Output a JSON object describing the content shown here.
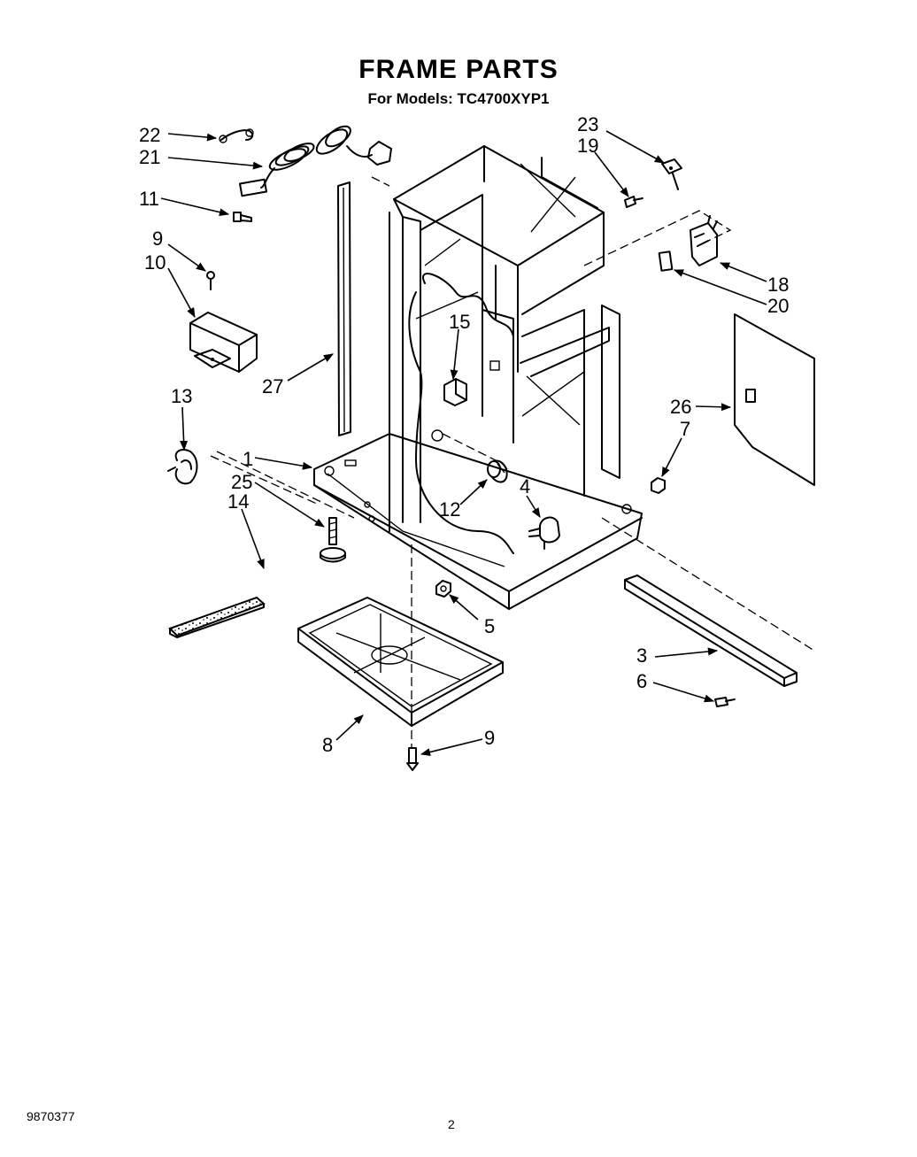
{
  "title": "FRAME PARTS",
  "subtitle": "For Models:  TC4700XYP1",
  "callouts": [
    "22",
    "21",
    "11",
    "9",
    "10",
    "27",
    "13",
    "1",
    "25",
    "14",
    "15",
    "12",
    "4",
    "5",
    "8",
    "9",
    "23",
    "19",
    "18",
    "20",
    "26",
    "7",
    "3",
    "6"
  ],
  "doc_number": "9870377",
  "page_number": "2"
}
